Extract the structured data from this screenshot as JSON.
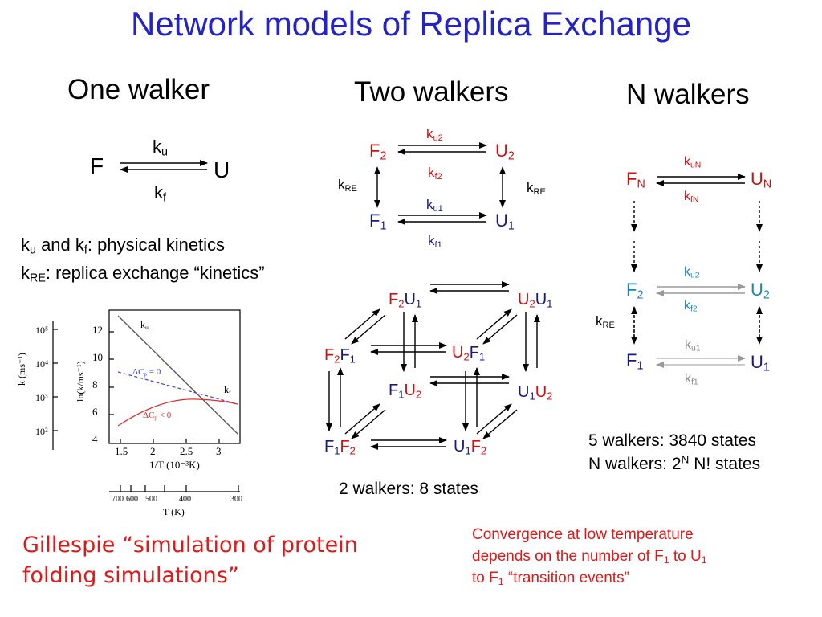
{
  "title": "Network models of Replica Exchange",
  "headings": {
    "one": "One walker",
    "two": "Two walkers",
    "n": "N walkers"
  },
  "one_walker": {
    "F": "F",
    "U": "U",
    "ku": "k",
    "ku_sub": "u",
    "kf": "k",
    "kf_sub": "f",
    "note1": {
      "a": "k",
      "a_sub": "u",
      "b": " and k",
      "b_sub": "f",
      "c": ": physical kinetics"
    },
    "note2": {
      "a": "k",
      "a_sub": "RE",
      "b": ": replica exchange “kinetics”"
    }
  },
  "two_walkers": {
    "F2": {
      "base": "F",
      "sub": "2"
    },
    "U2": {
      "base": "U",
      "sub": "2"
    },
    "F1": {
      "base": "F",
      "sub": "1"
    },
    "U1": {
      "base": "U",
      "sub": "1"
    },
    "ku2": {
      "base": "k",
      "sub": "u2"
    },
    "kf2": {
      "base": "k",
      "sub": "f2"
    },
    "ku1": {
      "base": "k",
      "sub": "u1"
    },
    "kf1": {
      "base": "k",
      "sub": "f1"
    },
    "kRE": {
      "base": "k",
      "sub": "RE"
    },
    "states_note": "2 walkers: 8 states"
  },
  "cube_states": [
    {
      "a": "F",
      "as": "2",
      "b": "U",
      "bs": "1"
    },
    {
      "a": "U",
      "as": "2",
      "b": "U",
      "bs": "1"
    },
    {
      "a": "F",
      "as": "2",
      "b": "F",
      "bs": "1"
    },
    {
      "a": "U",
      "as": "2",
      "b": "F",
      "bs": "1"
    },
    {
      "a": "F",
      "as": "1",
      "b": "U",
      "bs": "2"
    },
    {
      "a": "U",
      "as": "1",
      "b": "U",
      "bs": "2"
    },
    {
      "a": "F",
      "as": "1",
      "b": "F",
      "bs": "2"
    },
    {
      "a": "U",
      "as": "1",
      "b": "F",
      "bs": "2"
    }
  ],
  "n_walkers": {
    "FN": {
      "base": "F",
      "sub": "N"
    },
    "UN": {
      "base": "U",
      "sub": "N"
    },
    "F2": {
      "base": "F",
      "sub": "2"
    },
    "U2": {
      "base": "U",
      "sub": "2"
    },
    "F1": {
      "base": "F",
      "sub": "1"
    },
    "U1": {
      "base": "U",
      "sub": "1"
    },
    "kuN": {
      "base": "k",
      "sub": "uN"
    },
    "kfN": {
      "base": "k",
      "sub": "fN"
    },
    "ku2": {
      "base": "k",
      "sub": "u2"
    },
    "kf2": {
      "base": "k",
      "sub": "f2"
    },
    "ku1": {
      "base": "k",
      "sub": "u1"
    },
    "kf1": {
      "base": "k",
      "sub": "f1"
    },
    "kRE": {
      "base": "k",
      "sub": "RE"
    },
    "line1": "5 walkers: 3840 states",
    "line2_a": "N walkers: 2",
    "line2_sup": "N",
    "line2_b": " N! states"
  },
  "plot": {
    "left_ticks": [
      "10⁵",
      "10⁴",
      "10³",
      "10²"
    ],
    "left_ylabel": "k (ms⁻¹)",
    "right_ticks": [
      "12",
      "10",
      "8",
      "6",
      "4"
    ],
    "right_ylabel": "ln(k/ms⁻¹)",
    "x_ticks": [
      "1.5",
      "2",
      "2.5",
      "3"
    ],
    "xlabel": "1/T (10⁻³K)",
    "t_ticks": [
      "700",
      "600",
      "500",
      "400",
      "300"
    ],
    "t_label": "T (K)",
    "ku_label": "k",
    "ku_label_sub": "u",
    "kf_label": "k",
    "kf_label_sub": "f",
    "dcp0": "ΔC",
    "dcp0_sub": "p",
    "dcp0_rest": " = 0",
    "dcpneg": "ΔC",
    "dcpneg_sub": "p",
    "dcpneg_rest": " < 0",
    "colors": {
      "ku": "#555555",
      "dcp0": "#4040e0",
      "dcpneg": "#e03030"
    }
  },
  "gillespie": {
    "line1": "Gillespie “simulation of protein",
    "line2": "folding simulations”"
  },
  "convergence": {
    "line1": "Convergence at low temperature",
    "line2_a": "depends on the number of F",
    "line2_s1": "1",
    "line2_b": " to U",
    "line2_s2": "1",
    "line3_a": "to F",
    "line3_s1": "1",
    "line3_b": " “transition events”"
  }
}
